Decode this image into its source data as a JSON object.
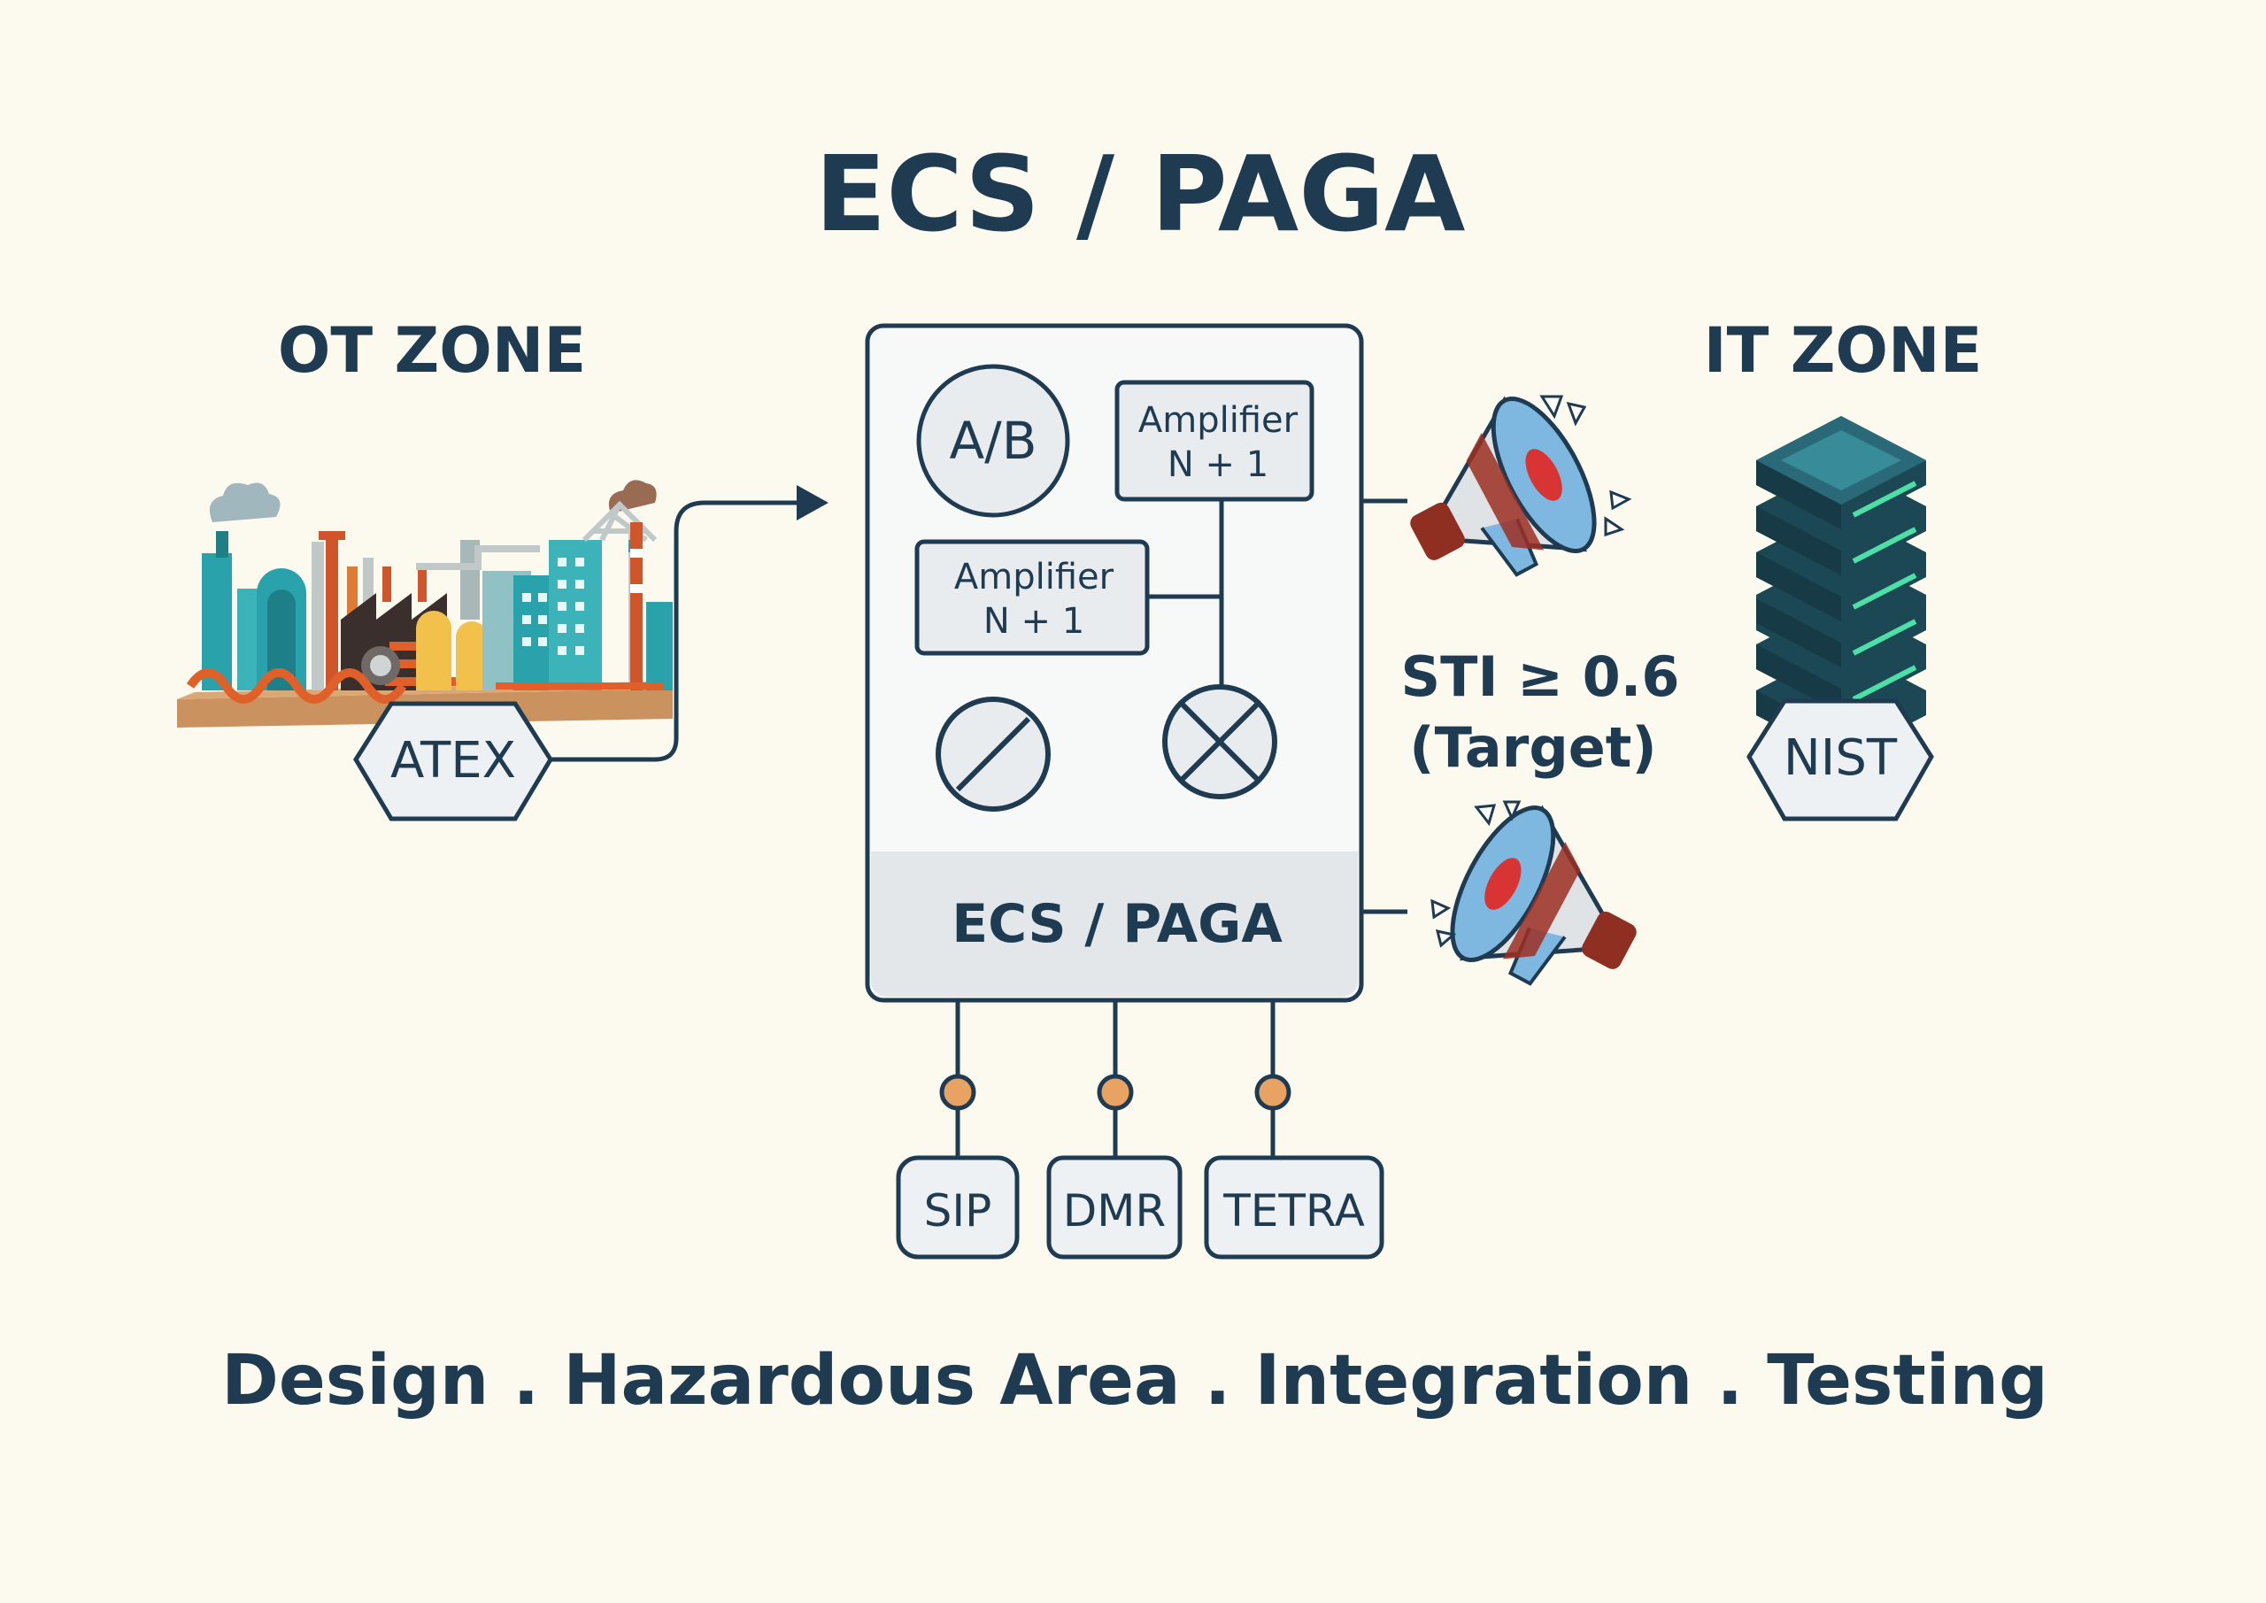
{
  "title": "ECS / PAGA",
  "ot_zone": {
    "label": "OT ZONE",
    "badge": "ATEX"
  },
  "it_zone": {
    "label": "IT ZONE",
    "badge": "NIST"
  },
  "system": {
    "ab_label": "A/B",
    "amp_top": {
      "line1": "Amplifier",
      "line2": "N + 1"
    },
    "amp_mid": {
      "line1": "Amplifier",
      "line2": "N + 1"
    },
    "footer_label": "ECS / PAGA"
  },
  "sti": {
    "line1": "STI ≥ 0.6",
    "line2": "(Target)"
  },
  "interfaces": [
    "SIP",
    "DMR",
    "TETRA"
  ],
  "footer": "Design . Hazardous Area . Integration . Testing",
  "colors": {
    "background": "#fcf9ef",
    "navy": "#1f3b52",
    "panel_fill": "#f7f8f8",
    "panel_footer": "#e3e7ea",
    "node_orange": "#e8a363",
    "teal": "#2aa2ab",
    "rust": "#d0552b"
  }
}
